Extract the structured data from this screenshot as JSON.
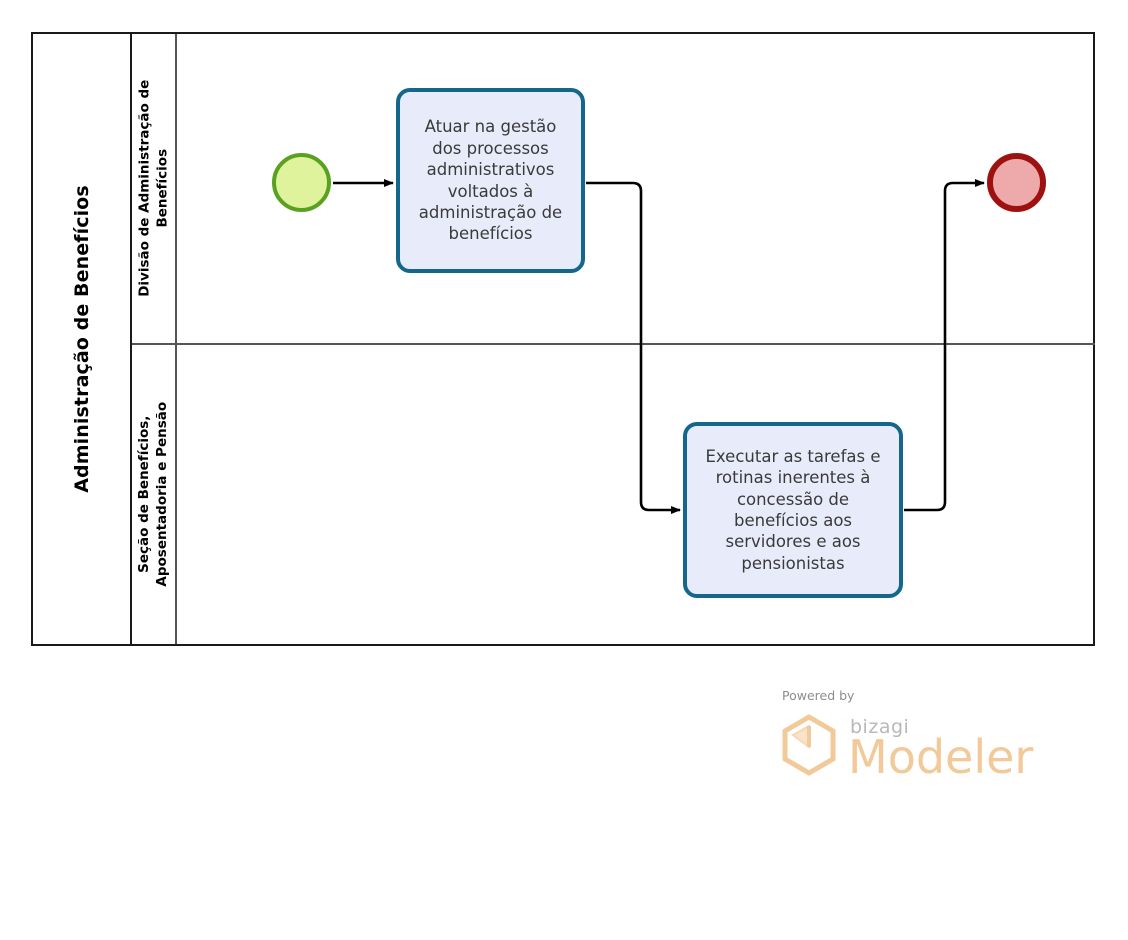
{
  "diagram": {
    "type": "bpmn-process",
    "pool": {
      "name": "Administração de Benefícios"
    },
    "lanes": [
      {
        "id": "lane-divisao",
        "name_line_1": "Divisão de Administração de",
        "name_line_2": "Benefícios"
      },
      {
        "id": "lane-secao",
        "name_line_1": "Seção de Benefícios,",
        "name_line_2": "Aposentadoria e Pensão"
      }
    ],
    "events": [
      {
        "id": "start-event",
        "type": "start",
        "label": "",
        "fill": "#dff29c",
        "stroke": "#5aa021"
      },
      {
        "id": "end-event",
        "type": "end",
        "label": "",
        "fill": "#eeaaaa",
        "stroke": "#9e1111"
      }
    ],
    "tasks": [
      {
        "id": "task-1",
        "lane": "lane-divisao",
        "label": "Atuar na gestão dos processos administrativos voltados à administração de benefícios",
        "fill": "#e8ecfa",
        "stroke": "#14678b"
      },
      {
        "id": "task-2",
        "lane": "lane-secao",
        "label": "Executar as tarefas e rotinas inerentes à concessão de benefícios aos servidores e aos pensionistas",
        "fill": "#e8ecfa",
        "stroke": "#14678b"
      }
    ],
    "flows": [
      {
        "id": "flow-1",
        "from": "start-event",
        "to": "task-1",
        "label": ""
      },
      {
        "id": "flow-2",
        "from": "task-1",
        "to": "task-2",
        "label": ""
      },
      {
        "id": "flow-3",
        "from": "task-2",
        "to": "end-event",
        "label": ""
      }
    ],
    "colors": {
      "pool_border": "#1a1a1a",
      "lane_border": "#555555",
      "flow_line": "#000000"
    }
  },
  "watermark": {
    "powered_by": "Powered by",
    "brand": "bizagi",
    "product": "Modeler",
    "brand_color": "#b8b8b8",
    "product_color": "#f2c999",
    "logo_color": "#f2c999"
  }
}
